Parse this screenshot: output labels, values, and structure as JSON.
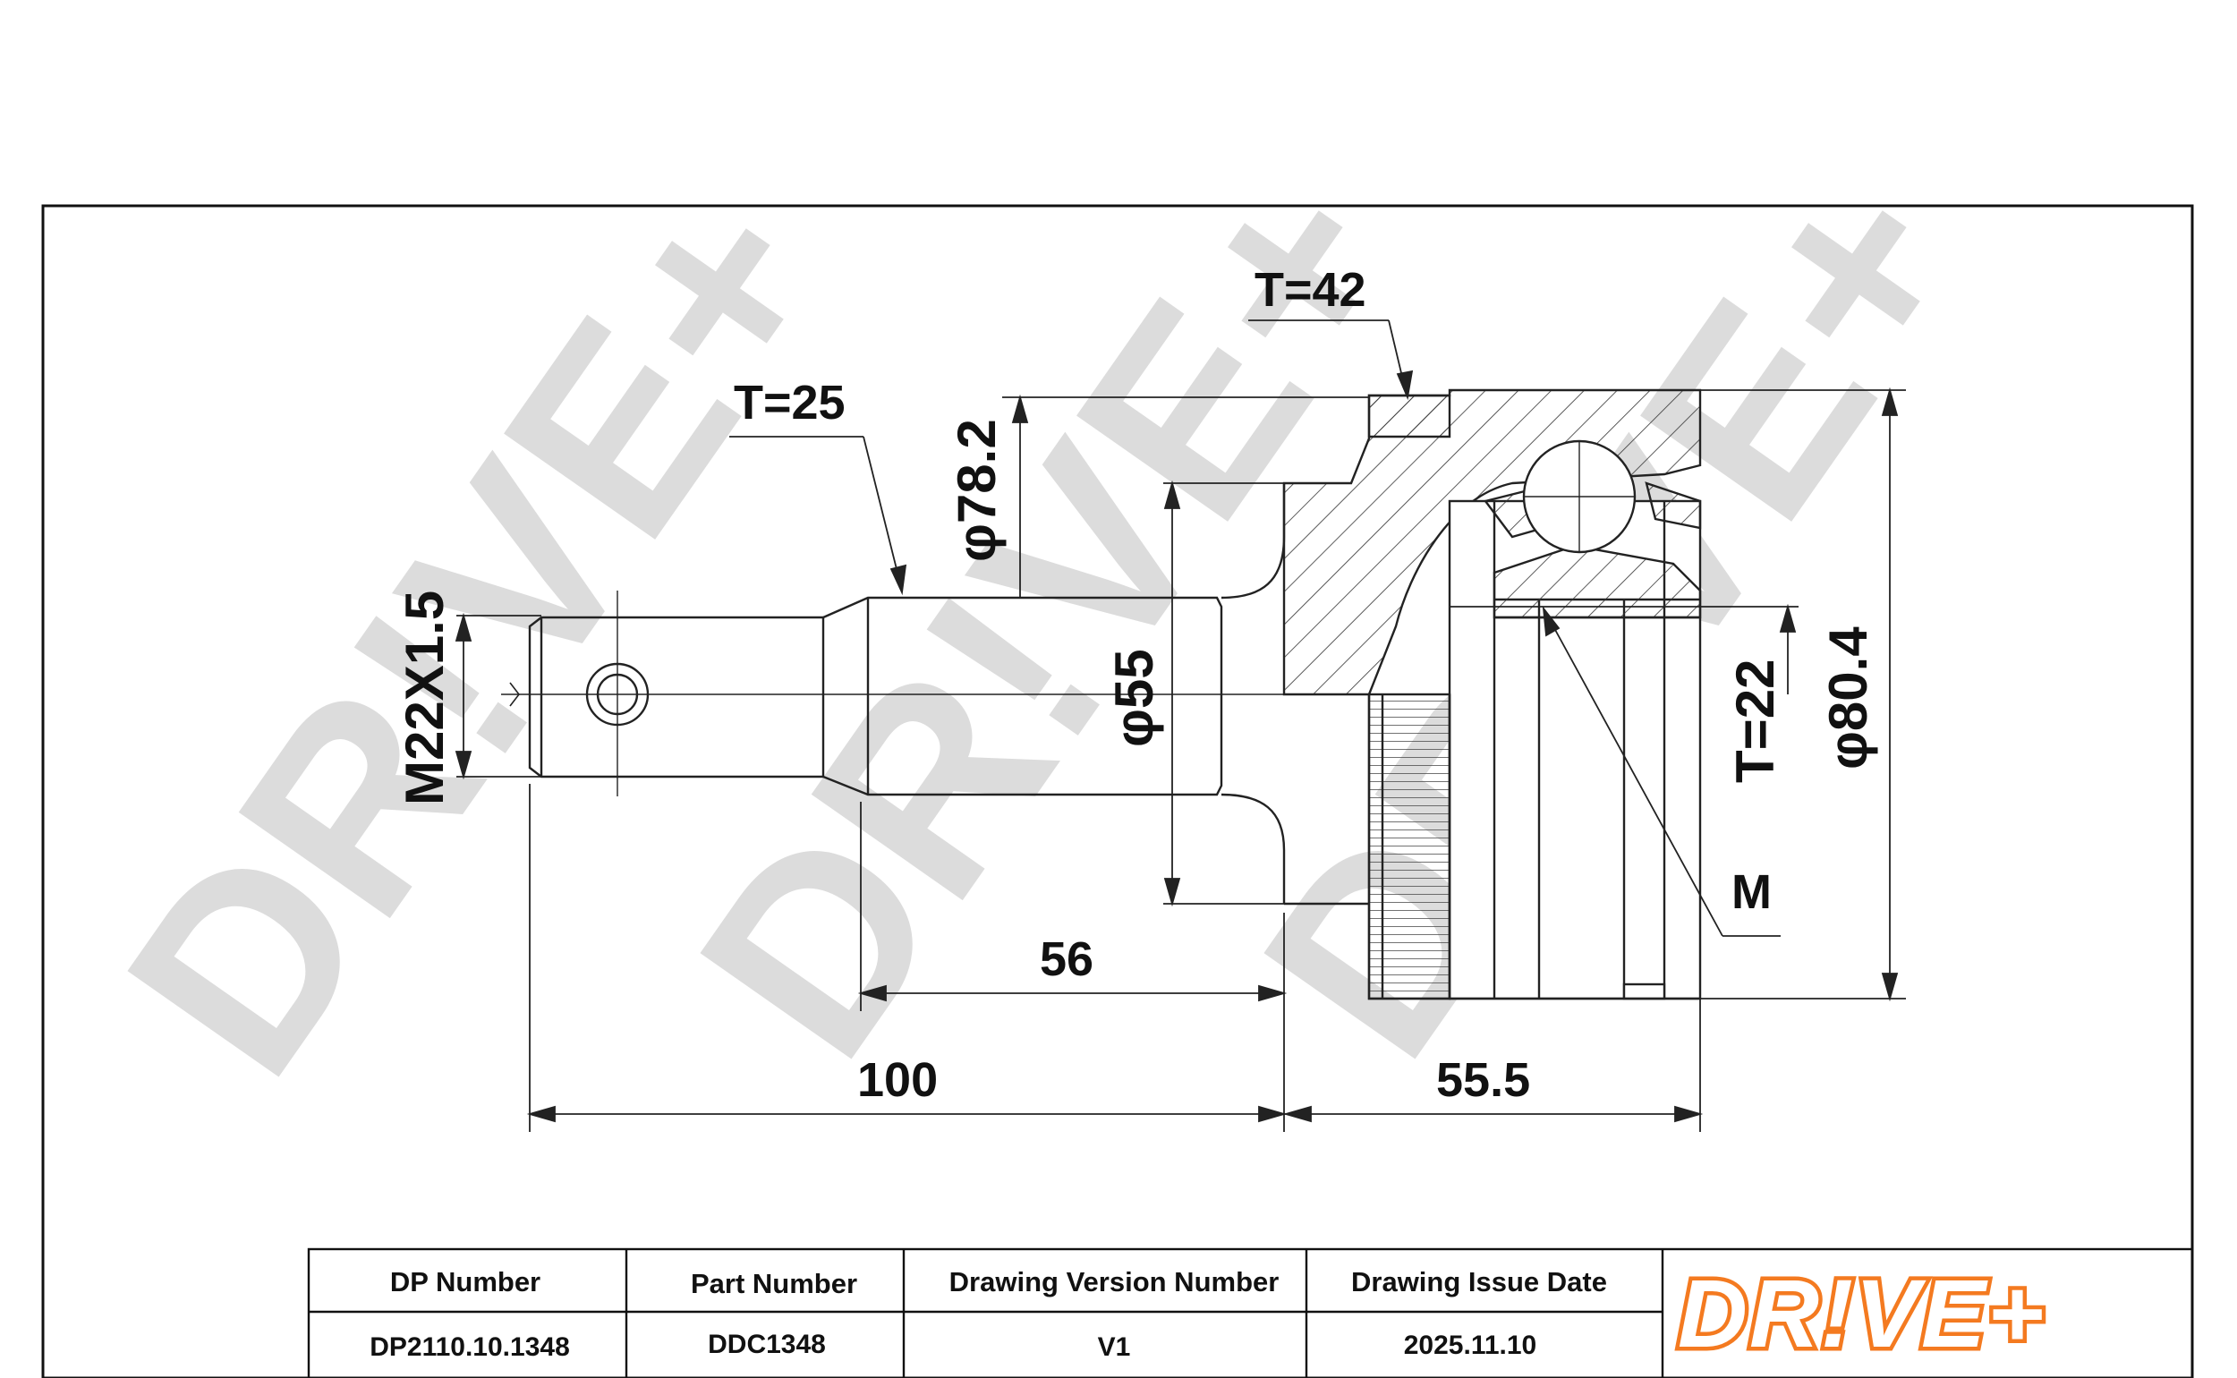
{
  "dimensions": {
    "thread_length_t25": "T=25",
    "boot_width_t42": "T=42",
    "bearing_width_t22": "T=22",
    "outer_diameter_782": "φ78.2",
    "seal_diameter_55": "φ55",
    "body_diameter_804": "φ80.4",
    "thread_spec": "M22X1.5",
    "shaft_length_56": "56",
    "total_length_100": "100",
    "housing_length_555": "55.5",
    "marker_m": "M"
  },
  "watermark": {
    "text": "DR!VE+"
  },
  "title_block": {
    "headers": [
      "DP Number",
      "Part Number",
      "Drawing Version Number",
      "Drawing Issue Date"
    ],
    "values": [
      "DP2110.10.1348",
      "DDC1348",
      "V1",
      "2025.11.10"
    ]
  },
  "logo": {
    "text": "DR!VE+",
    "color": "#f47a20"
  }
}
